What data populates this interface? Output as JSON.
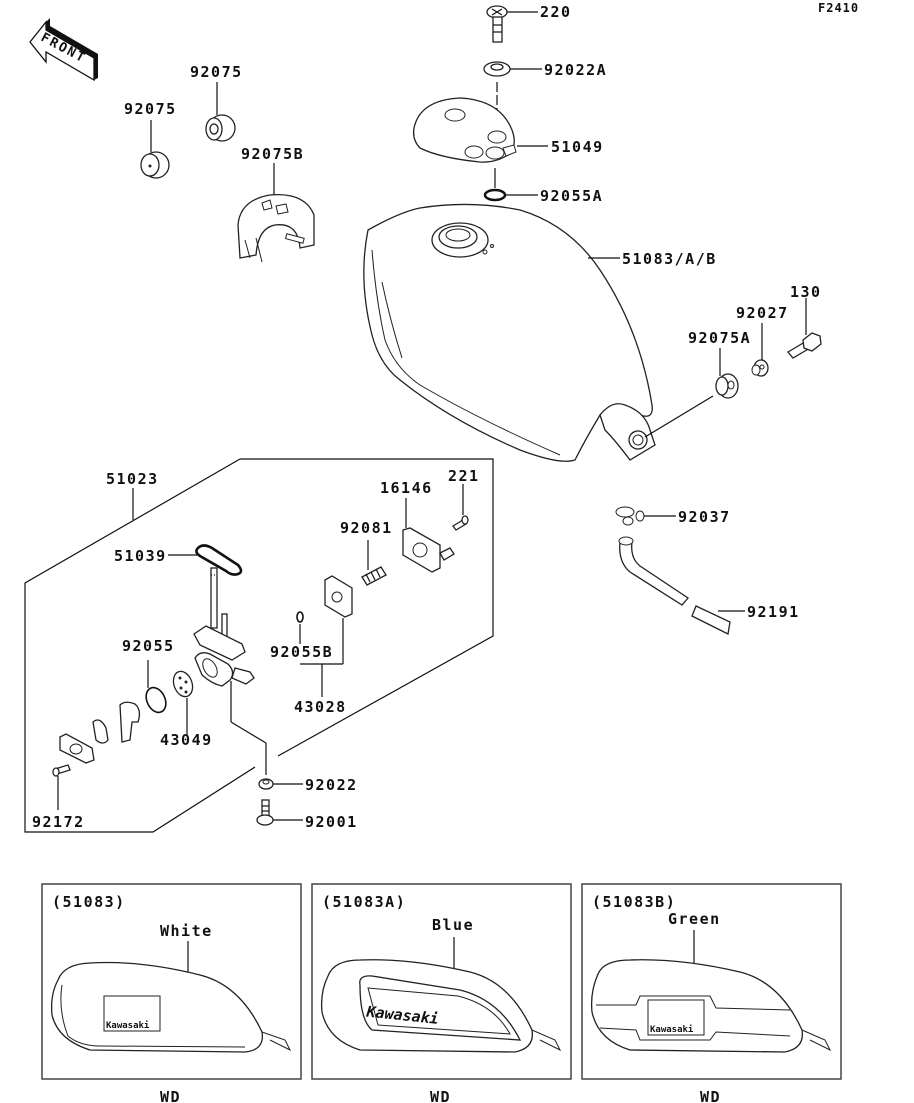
{
  "figure_id": "F2410",
  "front_marker": "FRONT",
  "parts": {
    "p220": "220",
    "p92022A": "92022A",
    "p51049": "51049",
    "p92055A": "92055A",
    "p51083AB": "51083/A/B",
    "p92075_a": "92075",
    "p92075_b": "92075",
    "p92075B": "92075B",
    "p130": "130",
    "p92027": "92027",
    "p92075A": "92075A",
    "p51023": "51023",
    "p221": "221",
    "p16146": "16146",
    "p92081": "92081",
    "p51039": "51039",
    "p92055B": "92055B",
    "p43028": "43028",
    "p92055": "92055",
    "p43049": "43049",
    "p92022": "92022",
    "p92001": "92001",
    "p92172": "92172",
    "p92037": "92037",
    "p92191": "92191"
  },
  "variants": [
    {
      "code": "(51083)",
      "color": "White",
      "logo": "Kawasaki",
      "market": "WD"
    },
    {
      "code": "(51083A)",
      "color": "Blue",
      "logo": "Kawasaki",
      "market": "WD"
    },
    {
      "code": "(51083B)",
      "color": "Green",
      "logo": "Kawasaki",
      "market": "WD"
    }
  ]
}
